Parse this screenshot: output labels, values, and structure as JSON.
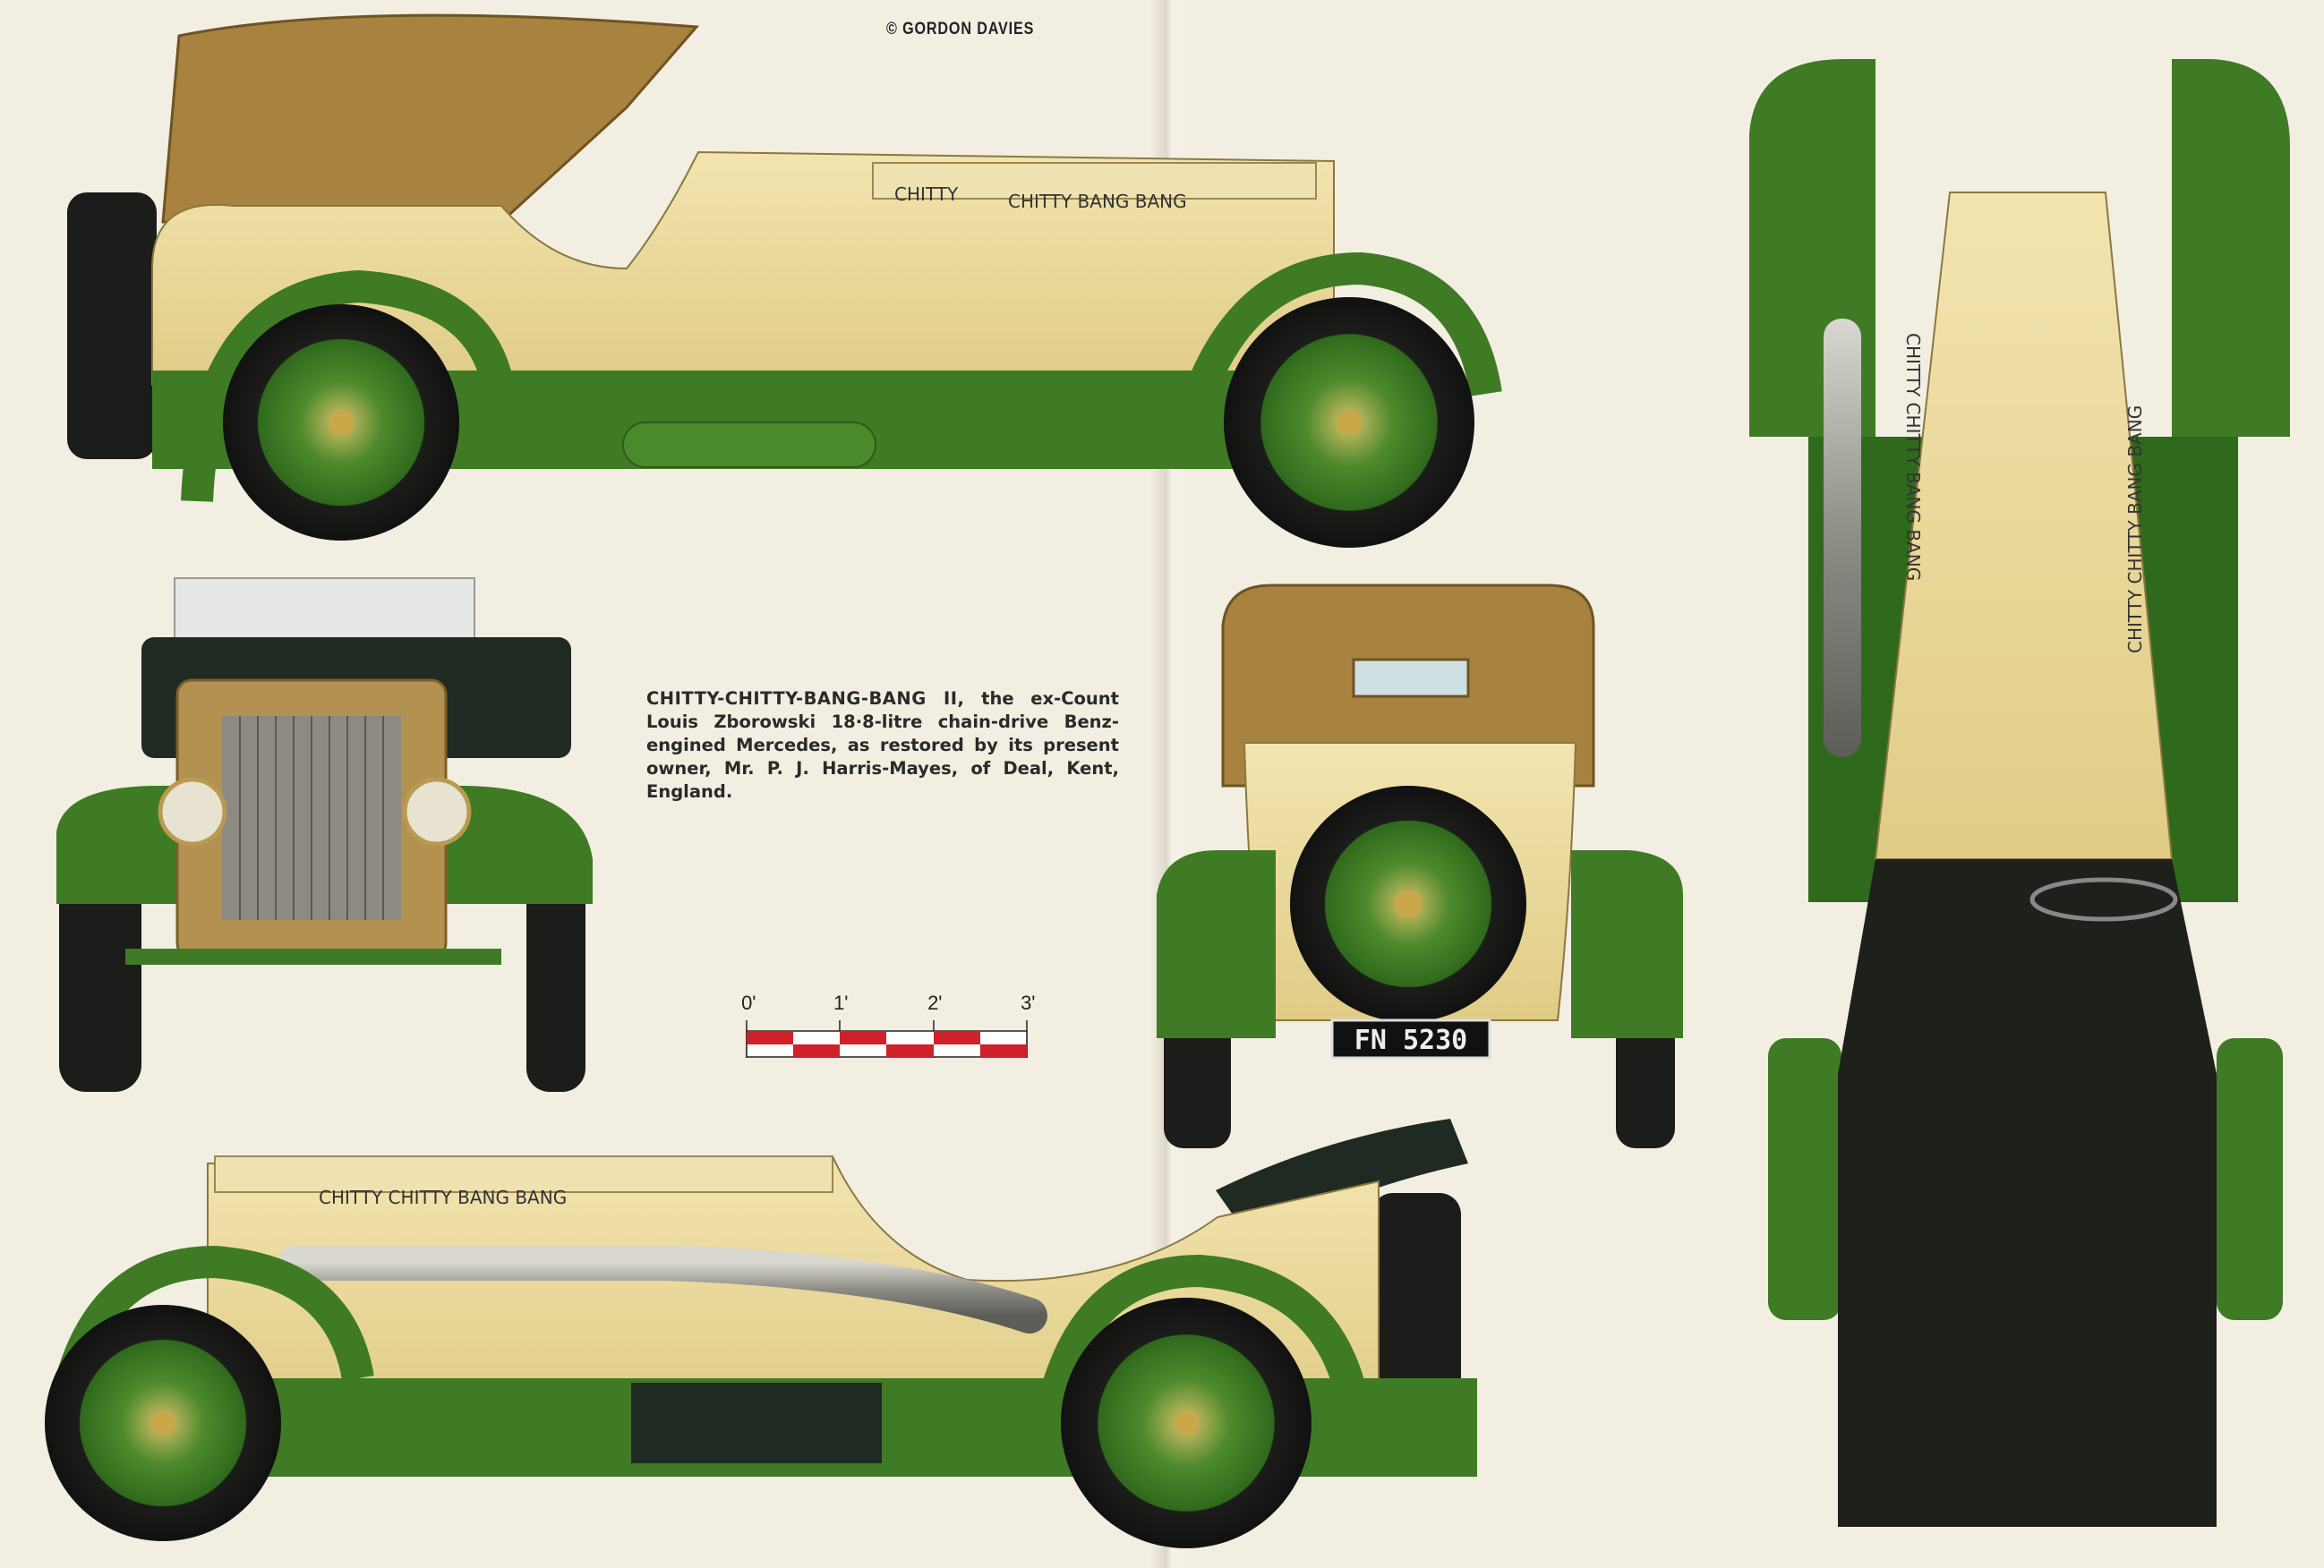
{
  "credit": "© GORDON DAVIES",
  "caption": {
    "title": "CHITTY-CHITTY-BANG-BANG II,",
    "body": " the ex-Count Louis Zborowski 18·8-litre chain-drive Benz-engined Mercedes, as restored by its present owner, Mr. P. J. Harris-Mayes, of Deal, Kent, England."
  },
  "scale_bar": {
    "unit": "feet",
    "labels": [
      "0'",
      "1'",
      "2'",
      "3'"
    ],
    "colors": {
      "red": "#d0202a",
      "white": "#ffffff"
    }
  },
  "car_lettering": {
    "side_top_1": "CHITTY",
    "side_top_2": "CHITTY BANG BANG",
    "side_bottom": "CHITTY CHITTY BANG BANG",
    "plan_left": "CHITTY CHITTY BANG BANG",
    "plan_right": "CHITTY CHITTY BANG BANG",
    "plate": "FN 5230"
  },
  "colors": {
    "paper": "#f2eee2",
    "body_cream": "#ecdba0",
    "chassis_green": "#3f7a25",
    "hood_tan": "#a8823f",
    "tire_black": "#1c1c1a"
  }
}
